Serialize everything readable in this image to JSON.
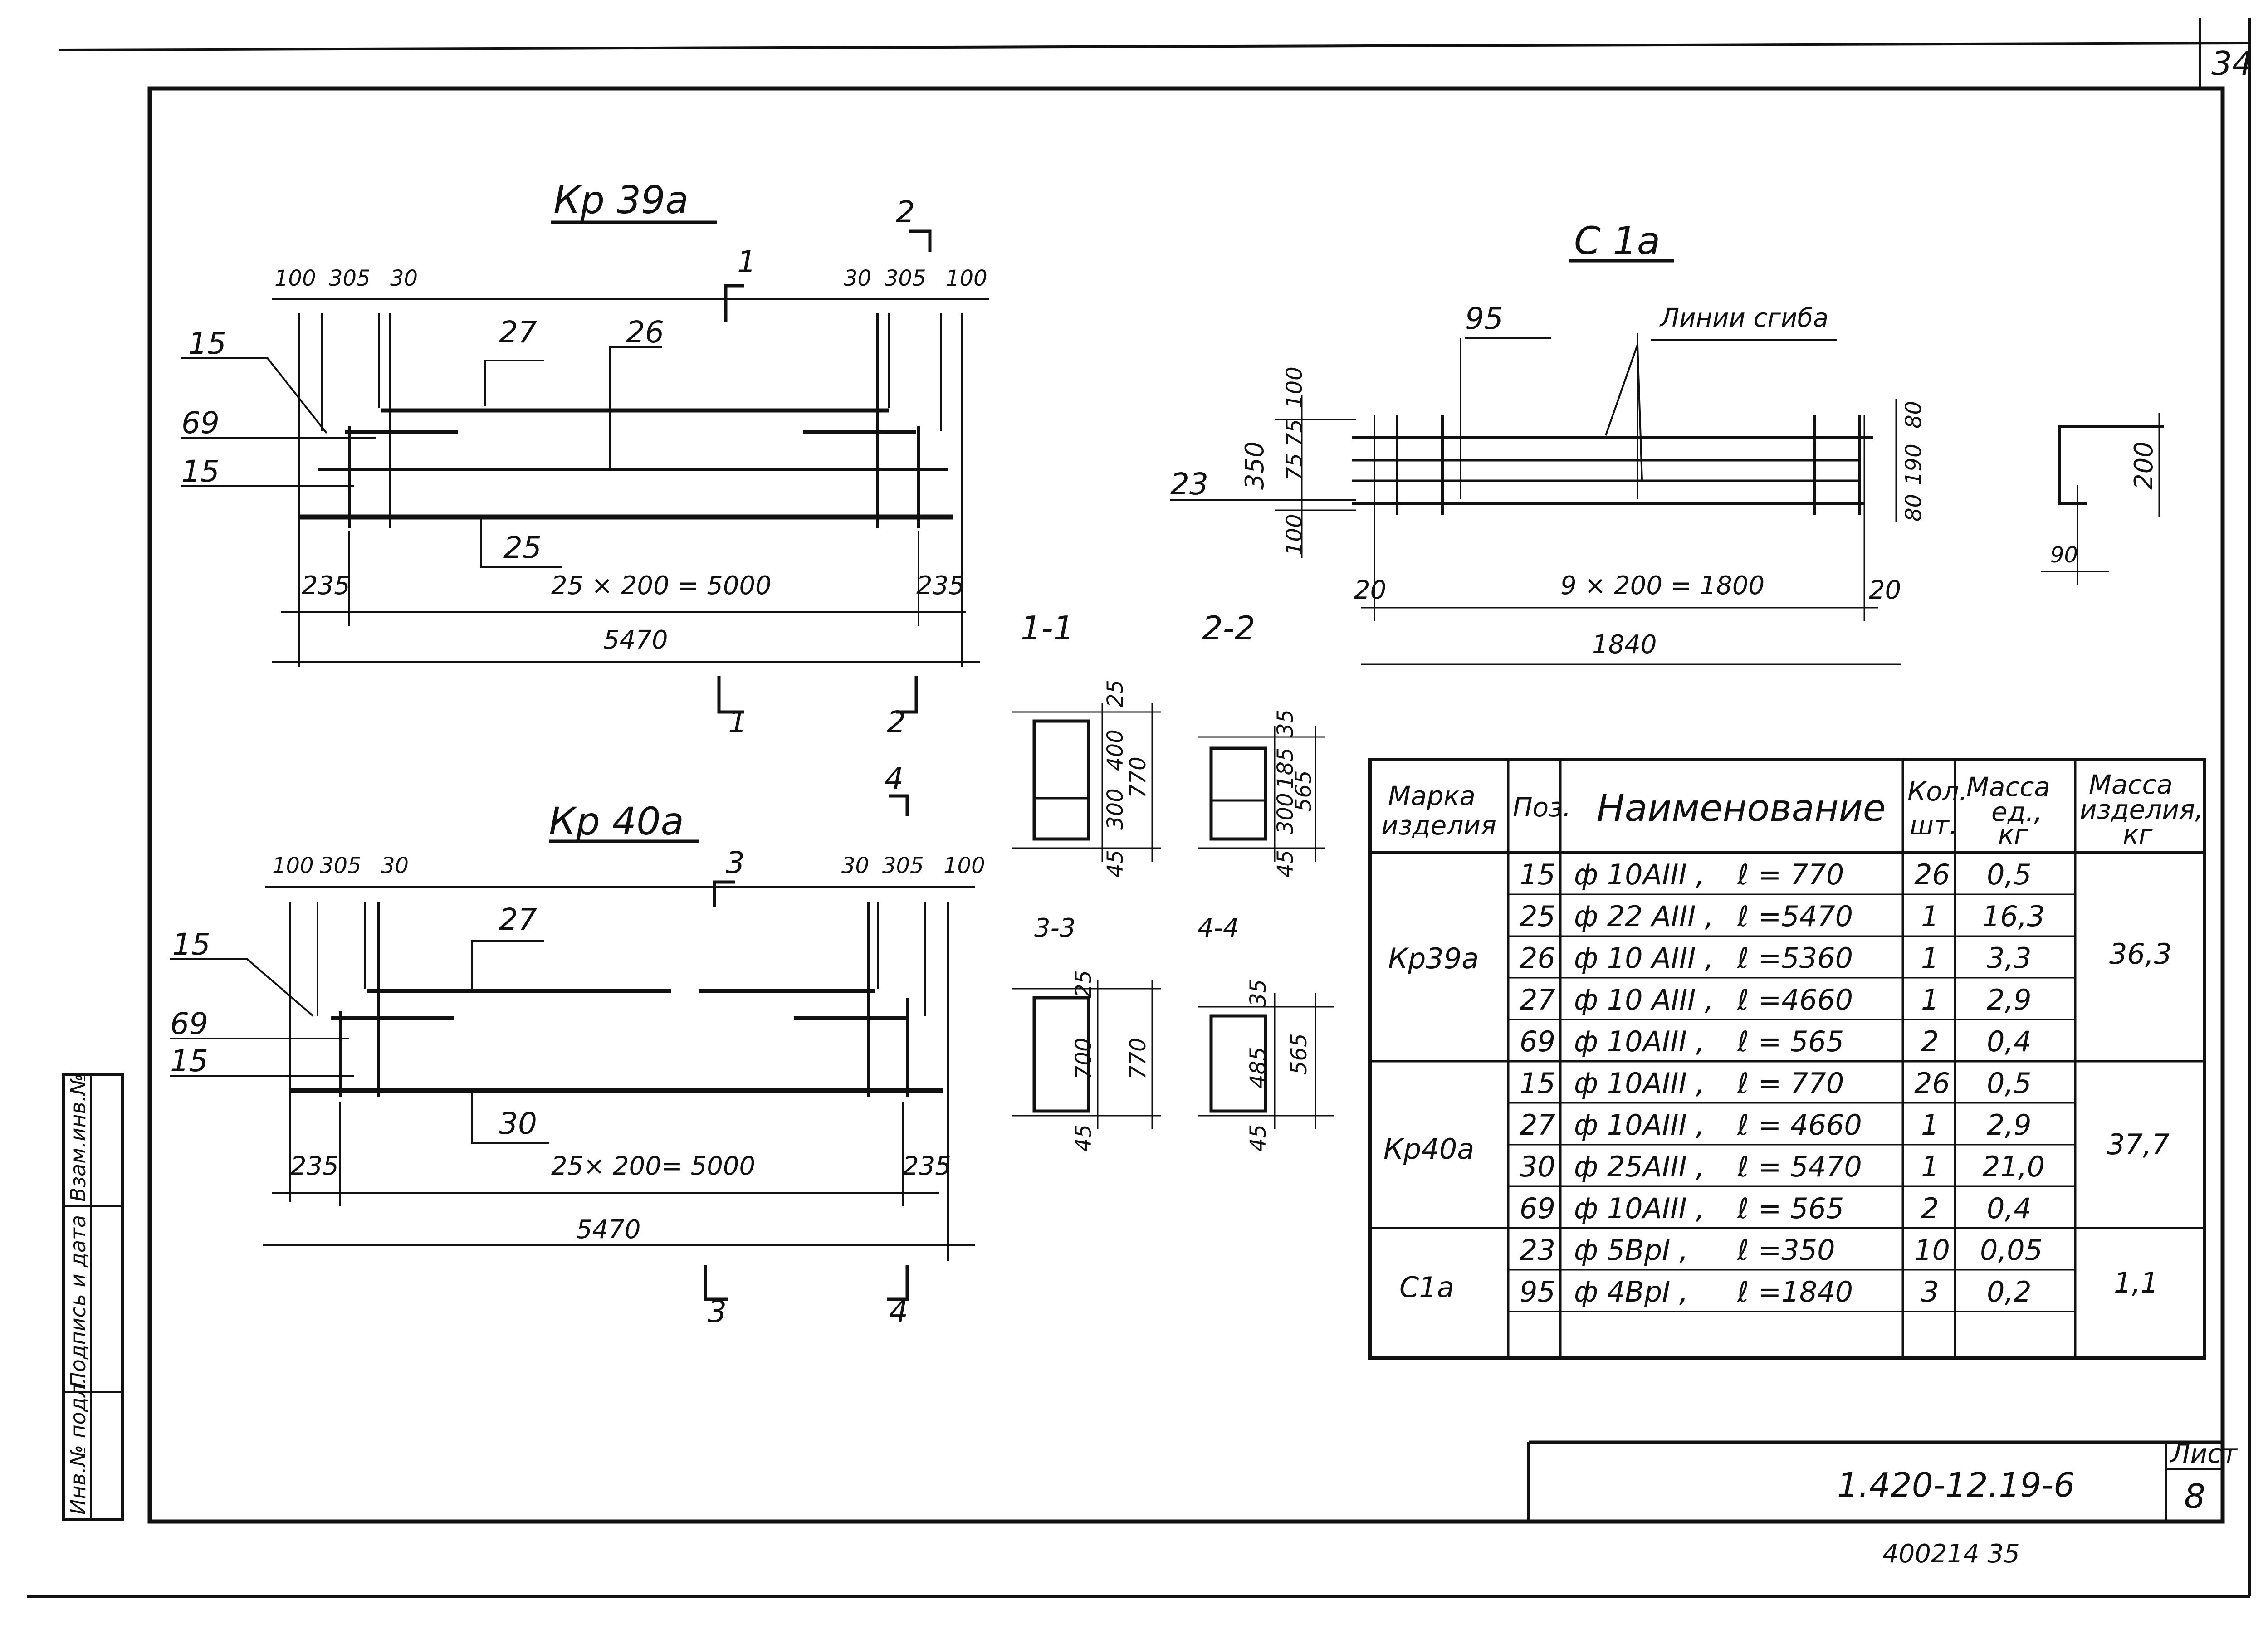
{
  "sheet_corner_number": "34",
  "kp39a": {
    "title": "Кр 39а",
    "top_dims": [
      "100",
      "305",
      "30",
      "30",
      "305",
      "100"
    ],
    "positions": {
      "p15a": "15",
      "p69": "69",
      "p15b": "15",
      "p27": "27",
      "p26": "26",
      "p25": "25"
    },
    "end_dim_left": "235",
    "end_dim_right": "235",
    "spacing": "25 × 200 = 5000",
    "total": "5470",
    "section_marks": [
      "1",
      "2",
      "1",
      "2"
    ]
  },
  "kp40a": {
    "title": "Кр 40а",
    "top_dims": [
      "100",
      "305",
      "30",
      "30",
      "305",
      "100"
    ],
    "positions": {
      "p15a": "15",
      "p69": "69",
      "p15b": "15",
      "p27": "27",
      "p30": "30"
    },
    "end_dim_left": "235",
    "end_dim_right": "235",
    "spacing": "25× 200= 5000",
    "total": "5470",
    "section_marks": [
      "4",
      "3",
      "3",
      "4"
    ]
  },
  "c1a": {
    "title": "С 1а",
    "bend_label": "Линии сгиба",
    "pos95": "95",
    "pos23": "23",
    "left_dims": [
      "350",
      "100",
      "75",
      "75",
      "100"
    ],
    "right_dims": [
      "80",
      "190",
      "80"
    ],
    "end_dims": [
      "20",
      "20"
    ],
    "spacing": "9 × 200 = 1800",
    "total": "1840",
    "bend_dims": [
      "200",
      "90"
    ]
  },
  "sections": {
    "s11": {
      "label": "1-1",
      "dims": [
        "25",
        "400",
        "300",
        "45",
        "770"
      ]
    },
    "s22": {
      "label": "2-2",
      "dims": [
        "35",
        "185",
        "300",
        "45",
        "565"
      ]
    },
    "s33": {
      "label": "3-3",
      "dims": [
        "25",
        "700",
        "45",
        "770"
      ]
    },
    "s44": {
      "label": "4-4",
      "dims": [
        "35",
        "485",
        "45",
        "565"
      ]
    }
  },
  "spec_table": {
    "headers": {
      "mark": [
        "Марка",
        "изделия"
      ],
      "pos": "Поз.",
      "name": "Наименование",
      "qty": [
        "Кол.",
        "шт."
      ],
      "mass_unit": [
        "Масса",
        "ед.,",
        "кг"
      ],
      "mass_item": [
        "Масса",
        "изделия,",
        "кг"
      ]
    },
    "groups": [
      {
        "mark": "Кр39а",
        "mass": "36,3",
        "rows": [
          {
            "pos": "15",
            "dia": "ф 10АIII ,",
            "len": "ℓ = 770",
            "qty": "26",
            "mass": "0,5"
          },
          {
            "pos": "25",
            "dia": "ф 22 АIII ,",
            "len": "ℓ =5470",
            "qty": "1",
            "mass": "16,3"
          },
          {
            "pos": "26",
            "dia": "ф 10 АIII ,",
            "len": "ℓ =5360",
            "qty": "1",
            "mass": "3,3"
          },
          {
            "pos": "27",
            "dia": "ф 10 АIII ,",
            "len": "ℓ =4660",
            "qty": "1",
            "mass": "2,9"
          },
          {
            "pos": "69",
            "dia": "ф 10АIII ,",
            "len": "ℓ = 565",
            "qty": "2",
            "mass": "0,4"
          }
        ]
      },
      {
        "mark": "Кр40а",
        "mass": "37,7",
        "rows": [
          {
            "pos": "15",
            "dia": "ф 10АIII ,",
            "len": "ℓ = 770",
            "qty": "26",
            "mass": "0,5"
          },
          {
            "pos": "27",
            "dia": "ф 10АIII ,",
            "len": "ℓ = 4660",
            "qty": "1",
            "mass": "2,9"
          },
          {
            "pos": "30",
            "dia": "ф 25АIII ,",
            "len": "ℓ = 5470",
            "qty": "1",
            "mass": "21,0"
          },
          {
            "pos": "69",
            "dia": "ф 10АIII ,",
            "len": "ℓ = 565",
            "qty": "2",
            "mass": "0,4"
          }
        ]
      },
      {
        "mark": "С1а",
        "mass": "1,1",
        "rows": [
          {
            "pos": "23",
            "dia": "ф 5ВрI ,",
            "len": "ℓ =350",
            "qty": "10",
            "mass": "0,05"
          },
          {
            "pos": "95",
            "dia": "ф 4ВрI ,",
            "len": "ℓ =1840",
            "qty": "3",
            "mass": "0,2"
          },
          {
            "pos": "",
            "dia": "",
            "len": "",
            "qty": "",
            "mass": ""
          }
        ]
      }
    ]
  },
  "side_stamp": [
    "Инв.№ подл.",
    "Подпись и дата",
    "Взам.инв.№"
  ],
  "title_block": {
    "doc_code": "1.420-12.19-6",
    "sheet_label": "Лист",
    "sheet_number": "8",
    "archive_number": "400214 35"
  }
}
